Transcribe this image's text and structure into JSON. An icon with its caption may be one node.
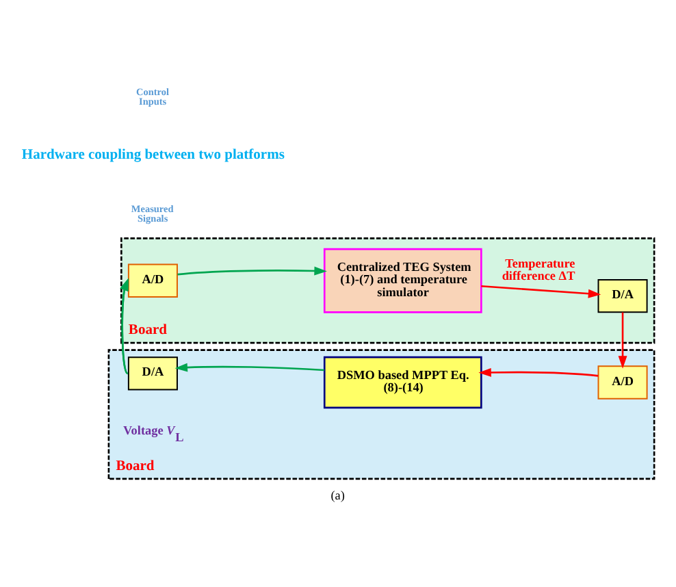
{
  "diagram": {
    "caption": "(a)",
    "nodes": [
      {
        "text": [
          "Board"
        ]
      },
      {
        "text": [
          "A/D"
        ],
        "in": 0
      },
      {
        "text": [
          "Centralized TEG System (1)-(7) and temperature simulator"
        ],
        "in": 0
      },
      {
        "text": [
          "D/A"
        ],
        "in": 0
      },
      {
        "text": [
          "Board"
        ]
      },
      {
        "text": [
          "A/D"
        ],
        "in": 4
      },
      {
        "text": [
          "DSMO based MPPT Eq. (8)-(14)"
        ],
        "in": 4
      },
      {
        "text": [
          "D/A"
        ],
        "in": 4,
        "beside": [
          "Voltage *V*$_{L}$"
        ]
      }
    ],
    "edges": [
      {
        "from": 1,
        "to": 2,
        "arrow": "to"
      },
      {
        "from": 2,
        "to": 3,
        "arrow": "to",
        "label": "Temperature difference ΔT",
        "color": "#ff0000"
      },
      {
        "from": 3,
        "to": 5,
        "arrow": "to",
        "color": "#ff0000"
      },
      {
        "from": 5,
        "to": 6,
        "arrow": "to",
        "color": "#ff0000"
      },
      {
        "from": 6,
        "to": 7,
        "arrow": "to"
      },
      {
        "from": 7,
        "to": 1,
        "arrow": "to"
      }
    ],
    "labels": [
      "Measured Signals",
      "Hardware coupling between two platforms",
      "Control Inputs"
    ]
  }
}
